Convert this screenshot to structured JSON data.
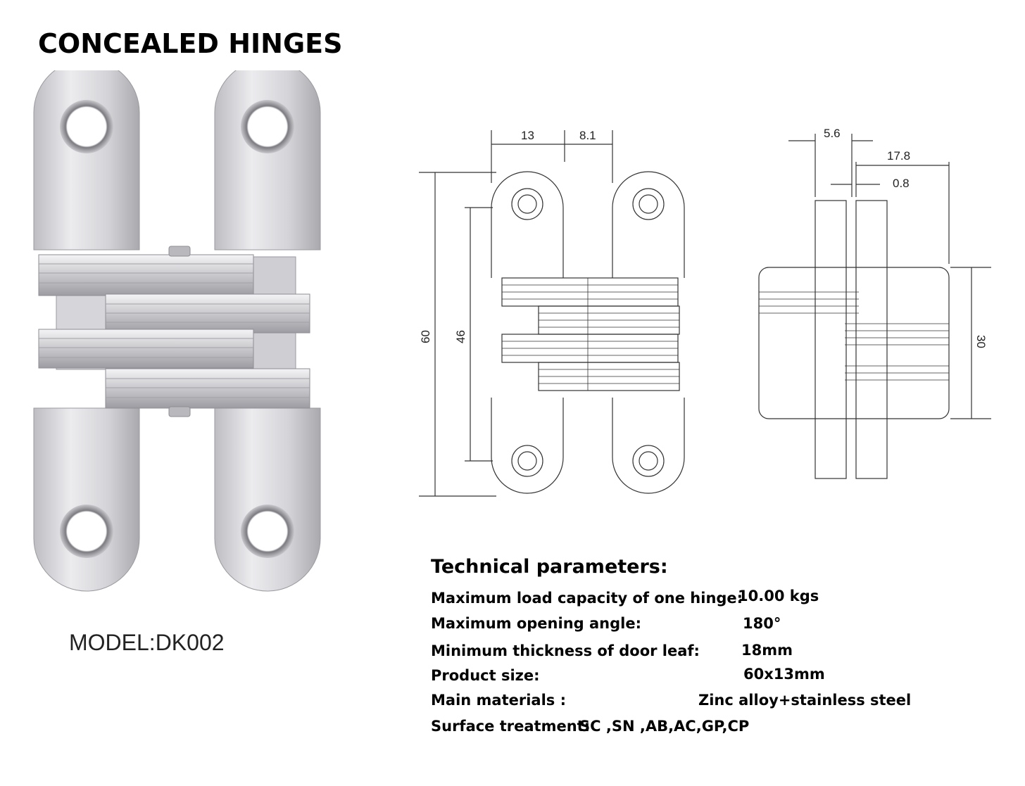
{
  "title": "CONCEALED HINGES",
  "model": "MODEL:DK002",
  "drawing": {
    "front_view": {
      "width_leaf": "13",
      "width_gap": "8.1",
      "height_total": "60",
      "hole_spacing": "46"
    },
    "side_view": {
      "thickness": "5.6",
      "depth": "17.8",
      "gap": "0.8",
      "body_height": "30"
    }
  },
  "technical": {
    "heading": "Technical parameters:",
    "rows": [
      {
        "label": "Maximum load capacity of one hinge:",
        "value": "10.00 kgs"
      },
      {
        "label": "Maximum opening angle:",
        "value": "180°"
      },
      {
        "label": "Minimum thickness of door leaf:",
        "value": "18mm"
      },
      {
        "label": "Product size:",
        "value": "60x13mm"
      },
      {
        "label": "Main materials :",
        "value": "Zinc alloy+stainless steel"
      },
      {
        "label": "Surface treatment:",
        "value": "SC ,SN ,AB,AC,GP,CP"
      }
    ]
  },
  "colors": {
    "metal_light": "#e9e9eb",
    "metal_mid": "#c4c4c8",
    "metal_dark": "#8a8a90",
    "line": "#333333"
  }
}
